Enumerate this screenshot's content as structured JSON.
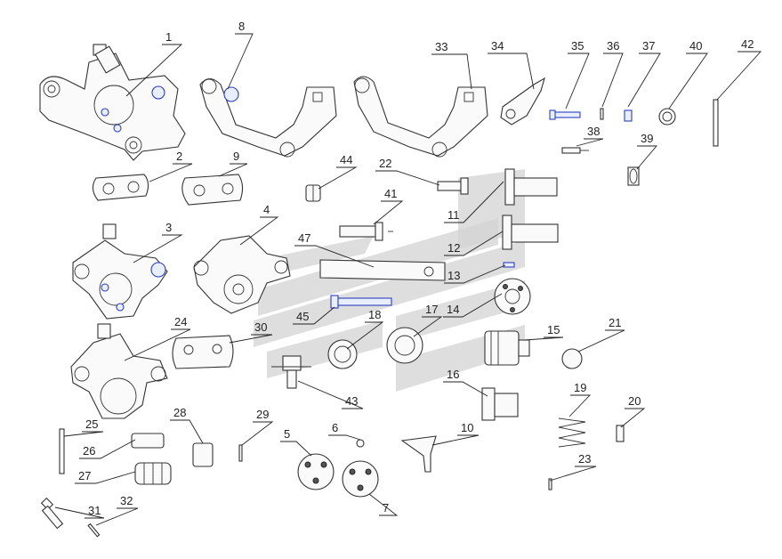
{
  "diagram": {
    "type": "exploded-parts-view",
    "accent_color": "#2b3fbf",
    "watermark_color": "#d3d3d3",
    "callouts": [
      {
        "id": "1",
        "label": "1"
      },
      {
        "id": "2",
        "label": "2"
      },
      {
        "id": "3",
        "label": "3"
      },
      {
        "id": "4",
        "label": "4"
      },
      {
        "id": "5",
        "label": "5"
      },
      {
        "id": "6",
        "label": "6"
      },
      {
        "id": "7",
        "label": "7"
      },
      {
        "id": "8",
        "label": "8"
      },
      {
        "id": "9",
        "label": "9"
      },
      {
        "id": "10",
        "label": "10"
      },
      {
        "id": "11",
        "label": "11"
      },
      {
        "id": "12",
        "label": "12"
      },
      {
        "id": "13",
        "label": "13"
      },
      {
        "id": "14",
        "label": "14"
      },
      {
        "id": "15",
        "label": "15"
      },
      {
        "id": "16",
        "label": "16"
      },
      {
        "id": "17",
        "label": "17"
      },
      {
        "id": "18",
        "label": "18"
      },
      {
        "id": "19",
        "label": "19"
      },
      {
        "id": "20",
        "label": "20"
      },
      {
        "id": "21",
        "label": "21"
      },
      {
        "id": "22",
        "label": "22"
      },
      {
        "id": "23",
        "label": "23"
      },
      {
        "id": "24",
        "label": "24"
      },
      {
        "id": "25",
        "label": "25"
      },
      {
        "id": "26",
        "label": "26"
      },
      {
        "id": "27",
        "label": "27"
      },
      {
        "id": "28",
        "label": "28"
      },
      {
        "id": "29",
        "label": "29"
      },
      {
        "id": "30",
        "label": "30"
      },
      {
        "id": "31",
        "label": "31"
      },
      {
        "id": "32",
        "label": "32"
      },
      {
        "id": "33",
        "label": "33"
      },
      {
        "id": "34",
        "label": "34"
      },
      {
        "id": "35",
        "label": "35"
      },
      {
        "id": "36",
        "label": "36"
      },
      {
        "id": "37",
        "label": "37"
      },
      {
        "id": "38",
        "label": "38"
      },
      {
        "id": "39",
        "label": "39"
      },
      {
        "id": "40",
        "label": "40"
      },
      {
        "id": "41",
        "label": "41"
      },
      {
        "id": "42",
        "label": "42"
      },
      {
        "id": "43",
        "label": "43"
      },
      {
        "id": "44",
        "label": "44"
      },
      {
        "id": "45",
        "label": "45"
      },
      {
        "id": "47",
        "label": "47"
      }
    ]
  }
}
